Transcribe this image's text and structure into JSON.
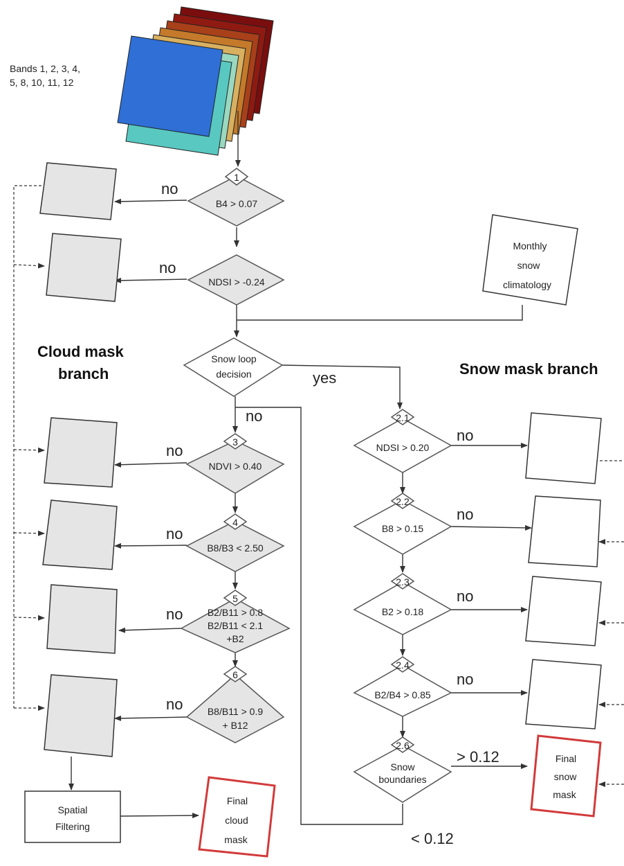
{
  "input_bands_label": [
    "Bands 1, 2, 3, 4,",
    "5, 8, 10, 11, 12"
  ],
  "band_colors": [
    "#7a0e0e",
    "#8f1a12",
    "#a8401a",
    "#c47a2a",
    "#d8b060",
    "#9ad8c0",
    "#58c8c0",
    "#2f6fd6"
  ],
  "labels": {
    "no": "no",
    "yes": "yes",
    "cloud_branch": [
      "Cloud mask",
      "branch"
    ],
    "snow_branch": "Snow mask branch",
    "gt": "> 0.12",
    "lt": "< 0.12"
  },
  "cloud_tests": [
    {
      "num": "1",
      "cond": [
        "B4 > 0.07"
      ]
    },
    {
      "num": "",
      "cond": [
        "NDSI > -0.24"
      ]
    },
    {
      "num": "3",
      "cond": [
        "NDVI > 0.40"
      ]
    },
    {
      "num": "4",
      "cond": [
        "B8/B3 < 2.50"
      ]
    },
    {
      "num": "5",
      "cond": [
        "B2/B11 > 0.8",
        "B2/B11 < 2.1",
        "+B2"
      ]
    },
    {
      "num": "6",
      "cond": [
        "B8/B11 > 0.9",
        "+ B12"
      ]
    }
  ],
  "snow_loop": [
    "Snow loop",
    "decision"
  ],
  "climatology": [
    "Monthly",
    "snow",
    "climatology"
  ],
  "snow_tests": [
    {
      "num": "2.1",
      "cond": [
        "NDSI > 0.20"
      ]
    },
    {
      "num": "2.2",
      "cond": [
        "B8 > 0.15"
      ]
    },
    {
      "num": "2.3",
      "cond": [
        "B2 > 0.18"
      ]
    },
    {
      "num": "2.4",
      "cond": [
        "B2/B4 > 0.85"
      ]
    }
  ],
  "snow_boundaries": {
    "num": "2.6",
    "cond": [
      "Snow",
      "boundaries"
    ]
  },
  "spatial_filtering": [
    "Spatial",
    "Filtering"
  ],
  "final_cloud": [
    "Final",
    "cloud",
    "mask"
  ],
  "final_snow": [
    "Final",
    "snow",
    "mask"
  ]
}
